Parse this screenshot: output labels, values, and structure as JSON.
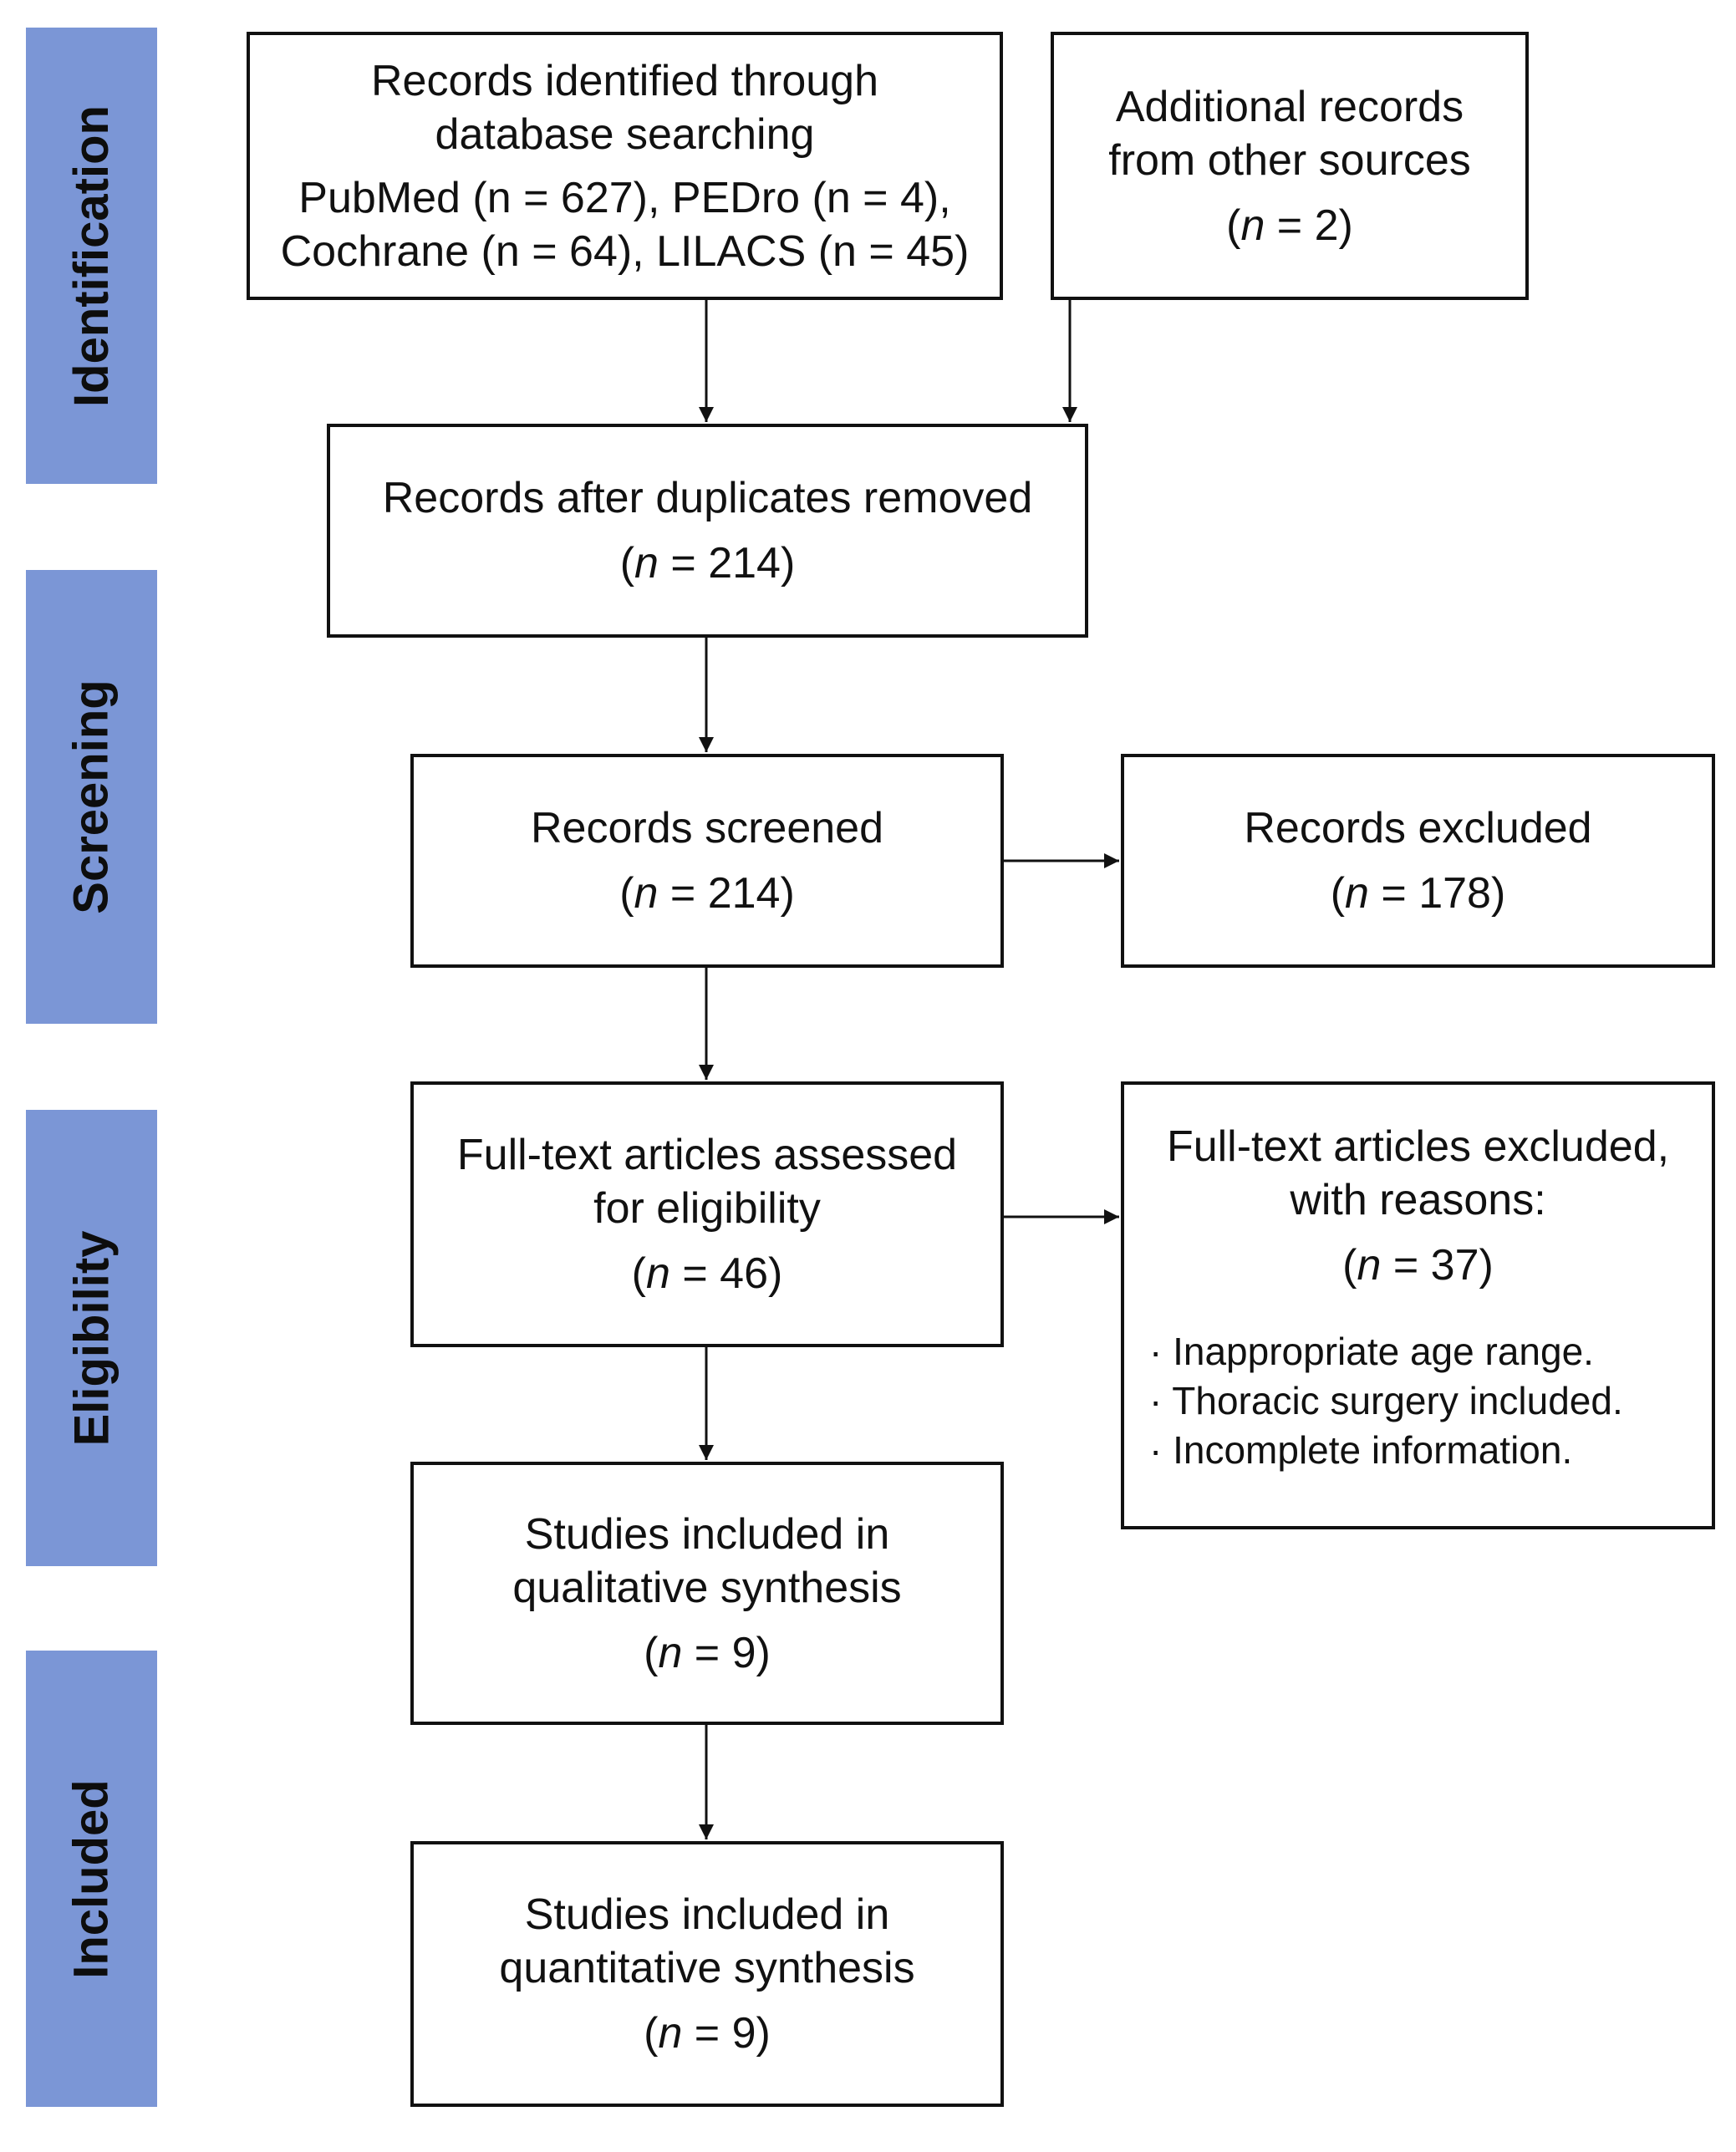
{
  "stages": [
    "Identification",
    "Screening",
    "Eligibility",
    "Included"
  ],
  "boxes": {
    "database": {
      "lines": [
        "Records identified through",
        "database searching"
      ],
      "sources": [
        "PubMed (n = 627), PEDro (n = 4),",
        "Cochrane (n = 64), LILACS (n = 45)"
      ]
    },
    "other": {
      "lines": [
        "Additional records",
        "from other sources"
      ],
      "count": "2"
    },
    "duplicates": {
      "lines": [
        "Records after duplicates removed"
      ],
      "count": "214"
    },
    "screened": {
      "lines": [
        "Records screened"
      ],
      "count": "214"
    },
    "excluded": {
      "lines": [
        "Records excluded"
      ],
      "count": "178"
    },
    "fulltext": {
      "lines": [
        "Full-text articles assessed",
        "for eligibility"
      ],
      "count": "46"
    },
    "fulltext_excluded": {
      "lines": [
        "Full-text articles excluded,",
        "with reasons:"
      ],
      "count": "37",
      "reasons": [
        "Inappropriate age range.",
        "Thoracic surgery included.",
        "Incomplete information."
      ]
    },
    "qualitative": {
      "lines": [
        "Studies included in",
        "qualitative synthesis"
      ],
      "count": "9"
    },
    "quantitative": {
      "lines": [
        "Studies included in",
        "quantitative synthesis"
      ],
      "count": "9"
    }
  },
  "count_prefix": "n",
  "colors": {
    "stage_fill": "#7b96d6",
    "border": "#111111"
  }
}
